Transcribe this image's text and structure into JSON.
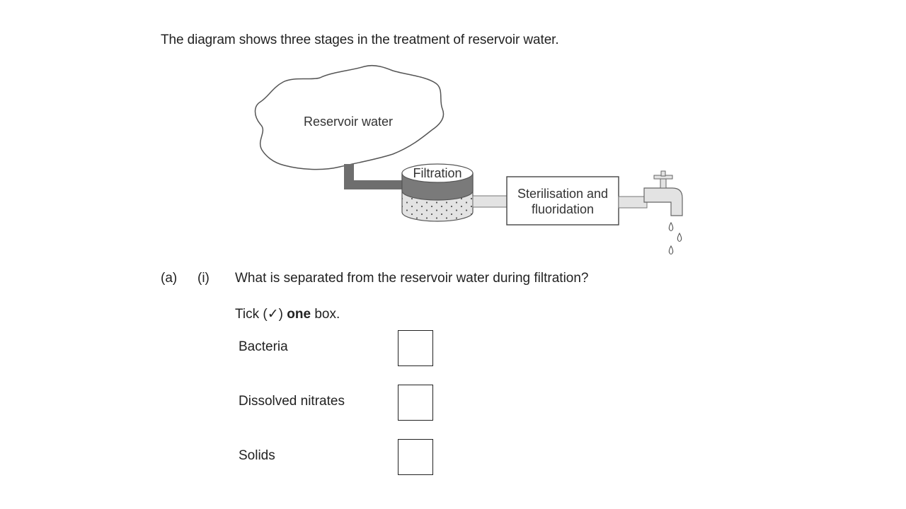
{
  "intro": "The diagram shows three stages in the treatment of reservoir water.",
  "diagram": {
    "reservoir_label": "Reservoir water",
    "filtration_label": "Filtration",
    "sterilisation_line1": "Sterilisation and",
    "sterilisation_line2": "fluoridation"
  },
  "question": {
    "part": "(a)",
    "subpart": "(i)",
    "text": "What is separated from the reservoir water during filtration?",
    "instruction_pre": "Tick (✓)",
    "instruction_bold": "one",
    "instruction_post": "box."
  },
  "options": [
    {
      "label": "Bacteria",
      "checked": false
    },
    {
      "label": "Dissolved nitrates",
      "checked": false
    },
    {
      "label": "Solids",
      "checked": false
    }
  ]
}
